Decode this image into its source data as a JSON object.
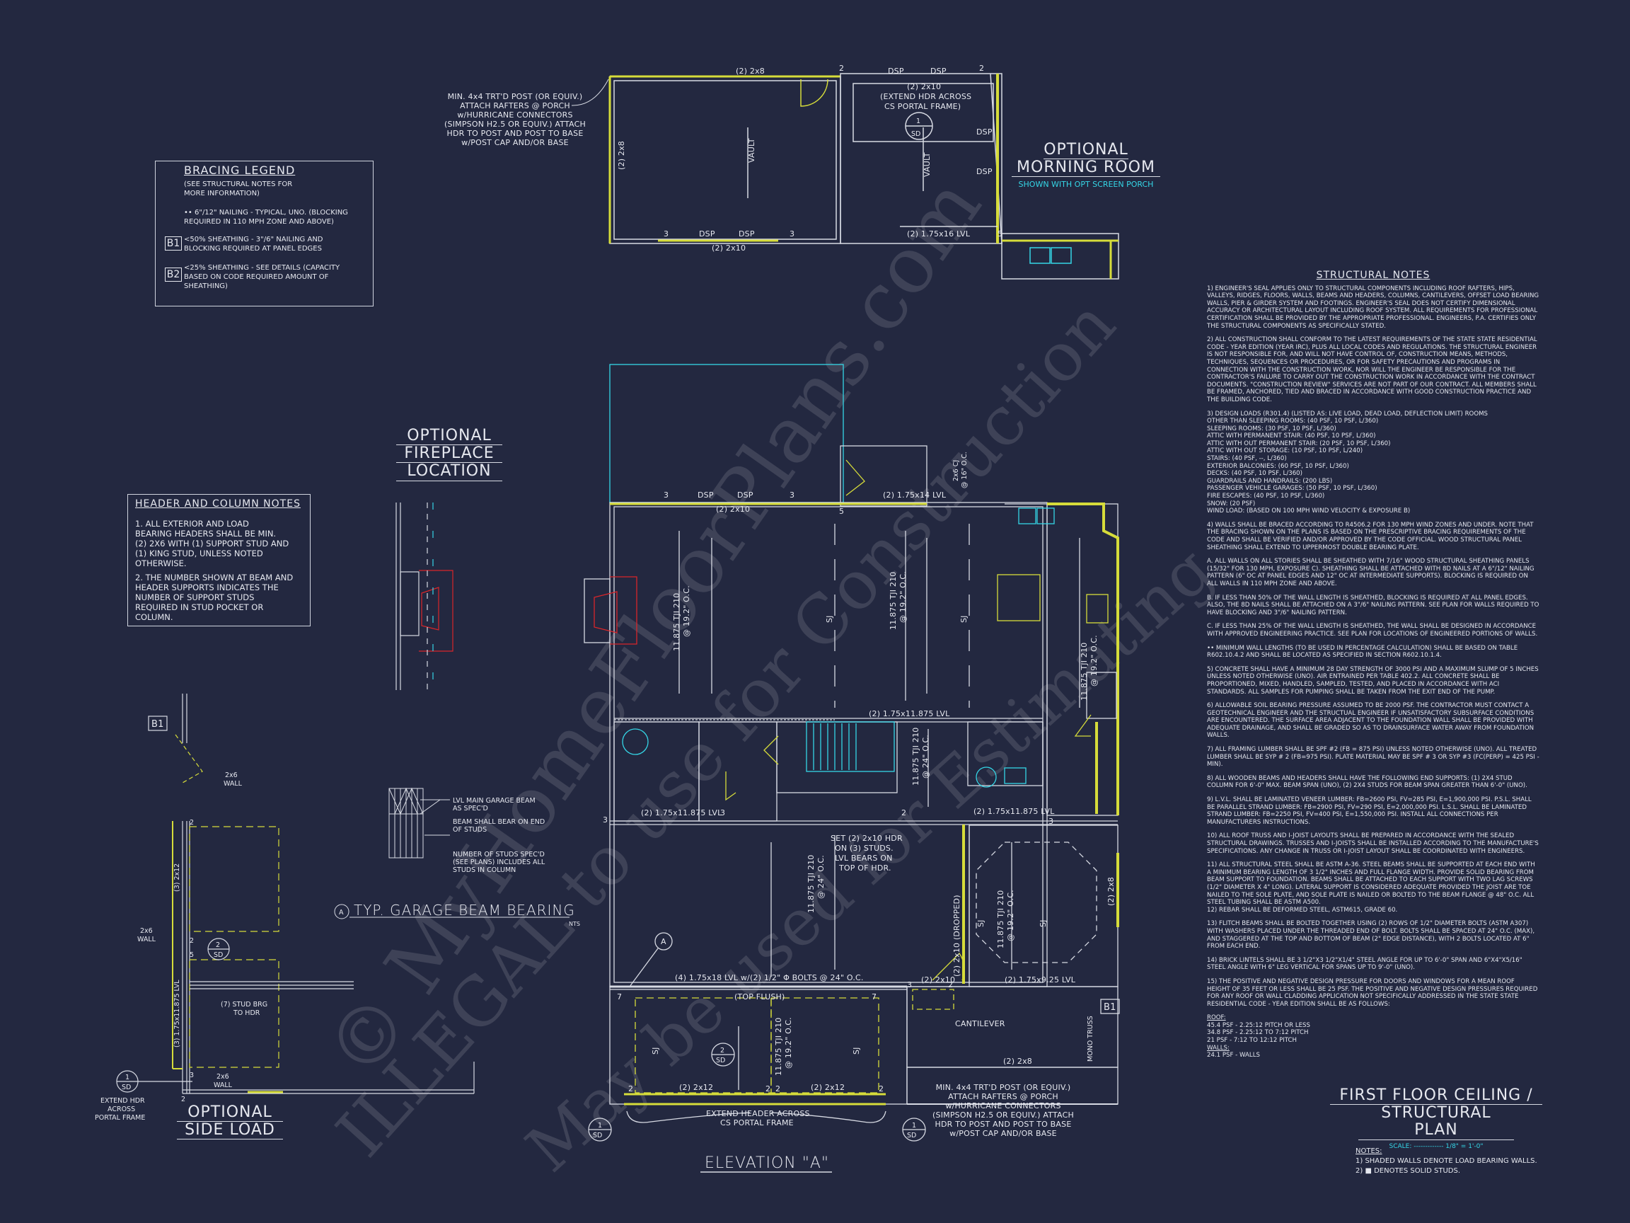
{
  "sheet": {
    "title_line1": "FIRST FLOOR CEILING /",
    "title_line2": "STRUCTURAL PLAN",
    "scale": "SCALE: ------------- 1/8\" = 1'-0\"",
    "notes_heading": "NOTES:",
    "notes": [
      "1) SHADED WALLS DENOTE LOAD BEARING WALLS.",
      "2) ■ DENOTES SOLID STUDS."
    ],
    "watermark_1": "© MyHomeFloorPlans.com",
    "watermark_2": "ILLEGAL to use for Construction",
    "watermark_3": "May be used for Estimating",
    "colors": {
      "background": "#232840",
      "lines": "#d7dae3",
      "bearing_wall": "#d6dc3a",
      "fixtures": "#35d6e6",
      "fireplace": "#d8262a"
    }
  },
  "bracing_legend": {
    "title": "BRACING LEGEND",
    "subtitle": "(SEE STRUCTURAL NOTES FOR\nMORE INFORMATION)",
    "item_default": "•• 6\"/12\" NAILING - TYPICAL, UNO. (BLOCKING\nREQUIRED IN 110 MPH ZONE AND ABOVE)",
    "b1_tag": "B1",
    "b1_text": "<50% SHEATHING - 3\"/6\" NAILING AND\nBLOCKING REQUIRED AT PANEL EDGES",
    "b2_tag": "B2",
    "b2_text": "<25% SHEATHING - SEE DETAILS (CAPACITY\nBASED ON CODE REQUIRED AMOUNT OF\nSHEATHING)"
  },
  "header_column_notes": {
    "title": "HEADER AND COLUMN NOTES",
    "note1": "1. ALL EXTERIOR AND LOAD\nBEARING HEADERS SHALL BE MIN.\n(2) 2x6 WITH (1) SUPPORT STUD AND\n(1) KING STUD, UNLESS NOTED\nOTHERWISE.",
    "note2": "2. THE NUMBER SHOWN AT BEAM AND\nHEADER SUPPORTS INDICATES THE\nNUMBER OF SUPPORT STUDS\nREQUIRED IN STUD POCKET OR\nCOLUMN."
  },
  "morning_room": {
    "title_line1": "OPTIONAL",
    "title_line2": "MORNING ROOM",
    "subtitle": "SHOWN WITH OPT SCREEN PORCH",
    "post_note": [
      "MIN. 4x4 TRT'D POST (OR EQUIV.)",
      "ATTACH RAFTERS @ PORCH",
      "w/HURRICANE CONNECTORS",
      "(SIMPSON H2.5 OR EQUIV.) ATTACH",
      "HDR TO POST AND POST TO BASE",
      "w/POST CAP AND/OR BASE"
    ],
    "labels": {
      "top_header": "(2) 2x8",
      "left_header": "(2) 2x8",
      "vault1": "VAULT",
      "vault2": "VAULT",
      "right_top_header": "(2) 2x10",
      "extend_1": "(EXTEND HDR ACROSS",
      "extend_2": "CS PORTAL FRAME)",
      "bottom_header": "(2) 2x10",
      "lvl": "(2) 1.75x16 LVL",
      "dsp": "DSP",
      "sd_top": "1",
      "sd_bottom": "SD",
      "n2": "2",
      "n3": "3",
      "n5": "5"
    }
  },
  "fireplace": {
    "title_line1": "OPTIONAL",
    "title_line2": "FIREPLACE",
    "title_line3": "LOCATION"
  },
  "garage_beam_detail": {
    "callout": "A",
    "title": "TYP. GARAGE BEAM BEARING",
    "nts": "NTS",
    "note1": [
      "LVL MAIN GARAGE BEAM",
      "AS SPEC'D"
    ],
    "note2": [
      "BEAM SHALL BEAR ON END",
      "OF STUDS"
    ],
    "note3": [
      "NUMBER OF STUDS SPEC'D",
      "(SEE PLANS) INCLUDES ALL",
      "STUDS IN COLUMN"
    ]
  },
  "side_load": {
    "title_line1": "OPTIONAL",
    "title_line2": "SIDE LOAD",
    "b1": "B1",
    "wall_top": [
      "2x6",
      "WALL"
    ],
    "wall_mid": [
      "2x6",
      "WALL"
    ],
    "wall_bot": [
      "2x6",
      "WALL"
    ],
    "hdr_top": "(3) 2x12",
    "lvl": "(3) 1.75x11.875 LVL",
    "stud_brg": [
      "(7) STUD BRG",
      "TO HDR"
    ],
    "extend": [
      "EXTEND HDR",
      "ACROSS",
      "CS",
      "PORTAL FRAME"
    ],
    "sd1": "1",
    "sd2": "2",
    "sd": "SD",
    "n2": "2",
    "n3": "3",
    "n5": "5"
  },
  "main_plan": {
    "elevation": "ELEVATION \"A\"",
    "callout_a": "A",
    "labels": {
      "porch_header": "(2) 2x10",
      "cj": "2x6 CJ",
      "cj_oc": "@ 16\" O.C.",
      "lvl_top": "(2) 1.75x14 LVL",
      "tji_1": "11.875 TJI 210",
      "tji_1_oc": "@ 19.2\" O.C.",
      "tji_2": "11.875 TJI 210",
      "tji_2_oc": "@ 19.2\" O.C.",
      "tji_3": "11.875 TJI 210",
      "tji_3_oc": "@ 19.2\" O.C.",
      "sj": "SJ",
      "lvl_mid": "(2) 1.75x11.875 LVL",
      "tji_4": "11.875 TJI 210",
      "tji_4_oc": "@ 24\" O.C.",
      "lvl_left": "(2) 1.75x11.875 LVL",
      "lvl_right": "(2) 1.75x11.875 LVL",
      "tji_5": "11.875 TJI 210",
      "tji_5_oc": "@ 24\" O.C.",
      "set_hdr": [
        "SET (2) 2x10 HDR",
        "ON (3) STUDS.",
        "LVL BEARS ON",
        "TOP OF HDR."
      ],
      "dropped": "(2) 2x10 (DROPPED)",
      "tji_6": "11.875 TJI 210",
      "tji_6_oc": "@ 19.2\" O.C.",
      "right_hdr": "(2) 2x8",
      "garage_beam": "(4) 1.75x18 LVL w/(2) 1/2\" Φ BOLTS @ 24\" O.C.",
      "top_flush": "(TOP FLUSH)",
      "hdr_2x10": "(2) 2x10",
      "lvl_925": "(2) 1.75x9.25 LVL",
      "cantilever": "CANTILEVER",
      "mono_truss": "MONO TRUSS",
      "b1": "B1",
      "garage_tji": "11.875 TJI 210",
      "garage_tji_oc": "@ 19.2\" O.C.",
      "garage_hdr_l": "(2) 2x12",
      "garage_hdr_r": "(2) 2x12",
      "porch_bottom": "(2) 2x8",
      "extend_header": [
        "EXTEND HEADER ACROSS",
        "CS PORTAL FRAME"
      ],
      "post_note": [
        "MIN. 4x4 TRT'D POST (OR EQUIV.)",
        "ATTACH RAFTERS @ PORCH",
        "w/HURRICANE CONNECTORS",
        "(SIMPSON H2.5 OR EQUIV.) ATTACH",
        "HDR TO POST AND POST TO BASE",
        "w/POST CAP AND/OR BASE"
      ],
      "dsp": "DSP",
      "sd": "SD",
      "sd_1": "1",
      "sd_2": "2",
      "n1": "1",
      "n2": "2",
      "n3": "3",
      "n5": "5",
      "n7": "7"
    }
  },
  "structural_notes": {
    "title": "STRUCTURAL NOTES",
    "items": [
      "1) ENGINEER'S SEAL APPLIES ONLY TO STRUCTURAL COMPONENTS INCLUDING ROOF RAFTERS, HIPS, VALLEYS, RIDGES, FLOORS, WALLS, BEAMS AND HEADERS, COLUMNS, CANTILEVERS, OFFSET LOAD BEARING WALLS, PIER & GIRDER SYSTEM AND FOOTINGS. ENGINEER'S SEAL DOES NOT CERTIFY DIMENSIONAL ACCURACY OR ARCHITECTURAL LAYOUT INCLUDING ROOF SYSTEM. ALL REQUIREMENTS FOR PROFESSIONAL CERTIFICATION SHALL BE PROVIDED BY THE APPROPRIATE PROFESSIONAL. ENGINEERS, P.A. CERTIFIES ONLY THE STRUCTURAL COMPONENTS AS SPECIFICALLY STATED.",
      "2) ALL CONSTRUCTION SHALL CONFORM TO THE LATEST REQUIREMENTS OF THE STATE STATE RESIDENTIAL CODE - YEAR EDITION (YEAR IRC), PLUS ALL LOCAL CODES AND REGULATIONS. THE STRUCTURAL ENGINEER IS NOT RESPONSIBLE FOR, AND WILL NOT HAVE CONTROL OF, CONSTRUCTION MEANS, METHODS, TECHNIQUES, SEQUENCES OR PROCEDURES, OR FOR SAFETY PRECAUTIONS AND PROGRAMS IN CONNECTION WITH THE CONSTRUCTION WORK, NOR WILL THE ENGINEER BE RESPONSIBLE FOR THE CONTRACTOR'S FAILURE TO CARRY OUT THE CONSTRUCTION WORK IN ACCORDANCE WITH THE CONTRACT DOCUMENTS. \"CONSTRUCTION REVIEW\" SERVICES ARE NOT PART OF OUR CONTRACT. ALL MEMBERS SHALL BE FRAMED, ANCHORED, TIED AND BRACED IN ACCORDANCE WITH GOOD CONSTRUCTION PRACTICE AND THE BUILDING CODE.",
      "3) DESIGN LOADS (R301.4) (LISTED AS: LIVE LOAD, DEAD LOAD, DEFLECTION LIMIT) ROOMS\nOTHER THAN SLEEPING ROOMS: (40 PSF, 10 PSF, L/360)\nSLEEPING ROOMS: (30 PSF, 10 PSF, L/360)\nATTIC WITH PERMANENT STAIR: (40 PSF, 10 PSF, L/360)\nATTIC WITH OUT PERMANENT STAIR: (20 PSF, 10 PSF, L/360)\nATTIC WITH OUT STORAGE: (10 PSF, 10 PSF, L/240)\nSTAIRS: (40 PSF, --, L/360)\nEXTERIOR BALCONIES: (60 PSF, 10 PSF, L/360)\nDECKS: (40 PSF, 10 PSF, L/360)\nGUARDRAILS AND HANDRAILS: (200 LBS)\nPASSENGER VEHICLE GARAGES: (50 PSF, 10 PSF, L/360)\nFIRE ESCAPES: (40 PSF, 10 PSF, L/360)\nSNOW: (20     PSF)\nWIND LOAD: (BASED ON 100 MPH WIND VELOCITY & EXPOSURE B)",
      "4) WALLS SHALL BE BRACED ACCORDING TO R4506.2 FOR 130 MPH WIND ZONES AND UNDER. NOTE THAT THE BRACING SHOWN ON THE PLANS IS BASED ON THE PRESCRIPTIVE BRACING REQUIREMENTS OF THE CODE AND SHALL BE VERIFIED AND/OR APPROVED BY THE CODE OFFICIAL. WOOD STRUCTURAL PANEL SHEATHING SHALL EXTEND TO UPPERMOST DOUBLE BEARING PLATE.",
      "a. ALL WALLS ON ALL STORIES SHALL BE SHEATHED WITH 7/16\" WOOD STRUCTURAL SHEATHING PANELS (15/32\" FOR 130 MPH, EXPOSURE C). SHEATHING SHALL BE ATTACHED WITH 8d NAILS AT A 6\"/12\" NAILING PATTERN (6\" OC AT PANEL EDGES AND 12\" OC AT INTERMEDIATE SUPPORTS). BLOCKING IS REQUIRED ON ALL WALLS IN 110 MPH ZONE AND ABOVE.",
      "b. IF LESS THAN 50% OF THE WALL LENGTH IS SHEATHED, BLOCKING IS REQUIRED AT ALL PANEL EDGES. ALSO, THE 8d NAILS SHALL BE ATTACHED ON A 3\"/6\" NAILING PATTERN. SEE PLAN FOR WALLS REQUIRED TO HAVE BLOCKING AND 3\"/6\" NAILING PATTERN.",
      "c. IF LESS THAN 25% OF THE WALL LENGTH IS SHEATHED, THE WALL SHALL BE DESIGNED IN ACCORDANCE WITH APPROVED ENGINEERING PRACTICE. SEE PLAN FOR LOCATIONS OF ENGINEERED PORTIONS OF WALLS.",
      "•• MINIMUM WALL LENGTHS (TO BE USED IN PERCENTAGE CALCULATION) SHALL BE BASED ON TABLE R602.10.4.2 AND SHALL BE LOCATED AS SPECIFIED IN SECTION R602.10.1.4.",
      "5) CONCRETE SHALL HAVE A MINIMUM 28 DAY STRENGTH OF 3000 PSI AND A MAXIMUM SLUMP OF 5 INCHES UNLESS NOTED OTHERWISE (UNO). AIR ENTRAINED PER TABLE 402.2. ALL CONCRETE SHALL BE PROPORTIONED, MIXED, HANDLED, SAMPLED, TESTED, AND PLACED IN ACCORDANCE WITH ACI STANDARDS. ALL SAMPLES FOR PUMPING SHALL BE TAKEN FROM THE EXIT END OF THE PUMP.",
      "6) ALLOWABLE SOIL BEARING PRESSURE ASSUMED TO BE 2000 PSF. THE CONTRACTOR MUST CONTACT A GEOTECHNICAL ENGINEER AND THE STRUCTUAL ENGINEER IF UNSATISFACTORY SUBSURFACE CONDITIONS ARE ENCOUNTERED. THE SURFACE AREA ADJACENT TO THE FOUNDATION WALL SHALL BE PROVIDED WITH ADEQUATE DRAINAGE, AND SHALL BE GRADED SO AS TO DRAINSURFACE WATER AWAY FROM FOUNDATION WALLS.",
      "7) ALL FRAMING LUMBER SHALL BE SPF #2 (Fb = 875 PSI) UNLESS NOTED OTHERWISE (UNO). ALL TREATED LUMBER SHALL BE SYP # 2 (Fb=975 PSI). PLATE MATERIAL MAY BE SPF # 3 OR SYP #3 (Fc(perp) = 425 PSI - MIN).",
      "8) ALL WOODEN BEAMS AND HEADERS SHALL HAVE THE FOLLOWING END SUPPORTS: (1) 2x4 STUD COLUMN FOR 6'-0\" MAX. BEAM SPAN (UNO), (2) 2X4 STUDS FOR BEAM SPAN GREATER THAN 6'-0\" (UNO).",
      "9) L.V.L. SHALL BE LAMINATED VENEER LUMBER: Fb=2600 PSI, Fv=285 PSI, E=1,900,000 PSI. P.S.L. SHALL BE PARALLEL STRAND LUMBER: Fb=2900 PSI, Fv=290 PSI, E=2,000,000 PSI. L.S.L. SHALL BE LAMINATED STRAND LUMBER: Fb=2250 PSI, Fv=400 PSI, E=1,550,000 PSI. INSTALL ALL CONNECTIONS PER MANUFACTURERS INSTRUCTIONS.",
      "10) ALL ROOF TRUSS AND I-JOIST LAYOUTS SHALL BE PREPARED IN ACCORDANCE WITH THE SEALED STRUCTURAL DRAWINGS. TRUSSES AND I-JOISTS SHALL BE INSTALLED ACCORDING TO THE MANUFACTURE'S SPECIFICATIONS. ANY CHANGE IN TRUSS OR I-JOIST LAYOUT SHALL BE COORDINATED WITH ENGINEERS.",
      "11) ALL STRUCTURAL STEEL SHALL BE ASTM A-36. STEEL BEAMS SHALL BE SUPPORTED AT EACH END WITH A MINIMUM BEARING LENGTH OF 3 1/2\" INCHES AND FULL FLANGE WIDTH. PROVIDE SOLID BEARING FROM BEAM SUPPORT TO FOUNDATION. BEAMS SHALL BE ATTACHED TO EACH SUPPORT WITH TWO LAG SCREWS (1/2\" DIAMETER x 4\" LONG). LATERAL SUPPORT IS CONSIDERED ADEQUATE PROVIDED THE JOIST ARE TOE NAILED TO THE SOLE PLATE, AND SOLE PLATE IS NAILED OR BOLTED TO THE BEAM FLANGE @ 48\" O.C. ALL STEEL TUBING SHALL BE ASTM A500.\n12) REBAR SHALL BE DEFORMED STEEL, ASTM615, GRADE 60.",
      "13) FLITCH BEAMS SHALL BE BOLTED TOGETHER USING (2) ROWS OF 1/2\" DIAMETER BOLTS (ASTM A307) WITH WASHERS PLACED UNDER THE THREADED END OF BOLT. BOLTS SHALL BE SPACED AT 24\" O.C. (MAX), AND STAGGERED AT THE TOP AND BOTTOM OF BEAM (2\" EDGE DISTANCE), WITH 2 BOLTS LOCATED AT 6\" FROM EACH END.",
      "14) BRICK LINTELS SHALL BE 3 1/2\"x3 1/2\"x1/4\" STEEL ANGLE FOR UP TO 6'-0\" SPAN AND 6\"x4\"x5/16\" STEEL ANGLE WITH 6\" LEG VERTICAL FOR SPANS UP TO 9'-0\" (UNO).",
      "15) THE POSITIVE AND NEGATIVE DESIGN PRESSURE FOR DOORS AND WINDOWS FOR A MEAN ROOF HEIGHT OF 35 FEET OR LESS SHALL BE 25 PSF. THE POSITIVE AND NEGATIVE DESIGN PRESSURES REQUIRED FOR ANY ROOF OR WALL CLADDING APPLICATION NOT SPECIFICALLY ADDRESSED IN THE STATE STATE RESIDENTIAL CODE - YEAR EDITION SHALL BE AS FOLLOWS:"
    ],
    "roof_heading": "ROOF:",
    "roof": [
      "  45.4 PSF - 2.25:12 PITCH OR LESS",
      "  34.8 PSF - 2.25:12 TO 7:12 PITCH",
      "  21 PSF - 7:12 TO 12:12 PITCH"
    ],
    "walls_heading": "WALLS:",
    "walls": [
      "  24.1 PSF - WALLS"
    ]
  }
}
